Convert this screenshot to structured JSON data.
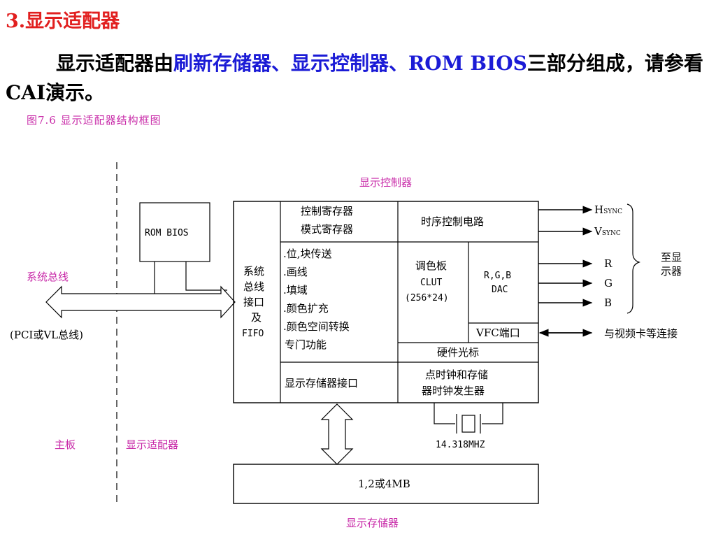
{
  "heading": "3.显示适配器",
  "paragraph": {
    "part1": "显示适配器由",
    "blue1": "刷新存储器、显示控制器、",
    "blue2": "ROM BIOS",
    "part2": "三部分组成，请参看",
    "cai": "CAI",
    "part3": "演示。"
  },
  "figure": {
    "caption": "图7.6  显示适配器结构框图",
    "controller_title": "显示控制器",
    "rom_bios": "ROM BIOS",
    "system_bus": "系统总线",
    "bus_type": "(PCI或VL总线)",
    "bus_interface": [
      "系统",
      "总线",
      "接口",
      "及",
      "FIFO"
    ],
    "control_reg": [
      "控制寄存器",
      "模式寄存器"
    ],
    "timing": "时序控制电路",
    "functions": [
      ".位,块传送",
      ".画线",
      ".填域",
      ".颜色扩充",
      ".颜色空间转换",
      "专门功能"
    ],
    "palette": [
      "调色板",
      "CLUT",
      "(256*24)"
    ],
    "dac": [
      "R,G,B",
      "DAC"
    ],
    "vfc": "VFC端口",
    "cursor": "硬件光标",
    "mem_interface": "显示存储器接口",
    "clock": [
      "点时钟和存储",
      "器时钟发生器"
    ],
    "crystal": "14.318MHZ",
    "hsync_main": "H",
    "hsync_sub": "SYNC",
    "vsync_main": "V",
    "vsync_sub": "SYNC",
    "r": "R",
    "g": "G",
    "b": "B",
    "to_display": [
      "至显",
      "示器"
    ],
    "video_card": "与视频卡等连接",
    "motherboard": "主板",
    "adapter": "显示适配器",
    "memory_size": "1,2或4MB",
    "memory_title": "显示存储器"
  }
}
